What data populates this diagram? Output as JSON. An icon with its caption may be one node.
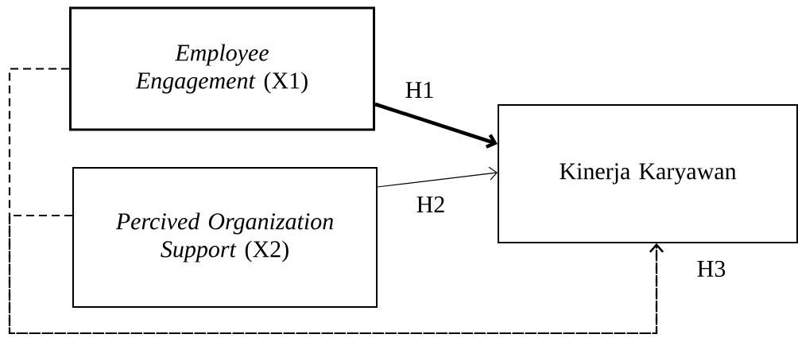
{
  "diagram": {
    "nodes": [
      {
        "text": [
          "*Employee Engagement* (X1)"
        ]
      },
      {
        "text": [
          "*Percived Organization Support* (X2)"
        ]
      },
      {
        "text": [
          "Kinerja Karyawan"
        ]
      }
    ],
    "edges": [
      {
        "from": 0,
        "to": 2,
        "arrow": "to",
        "label": "H1",
        "style": "thick"
      },
      {
        "from": 1,
        "to": 2,
        "arrow": "to",
        "label": "H2"
      },
      {
        "from": 0,
        "to": 2,
        "arrow": "to",
        "label": "H3",
        "style": "dashed"
      },
      {
        "from": 1,
        "to": 2,
        "arrow": "to",
        "style": "dashed"
      }
    ]
  }
}
